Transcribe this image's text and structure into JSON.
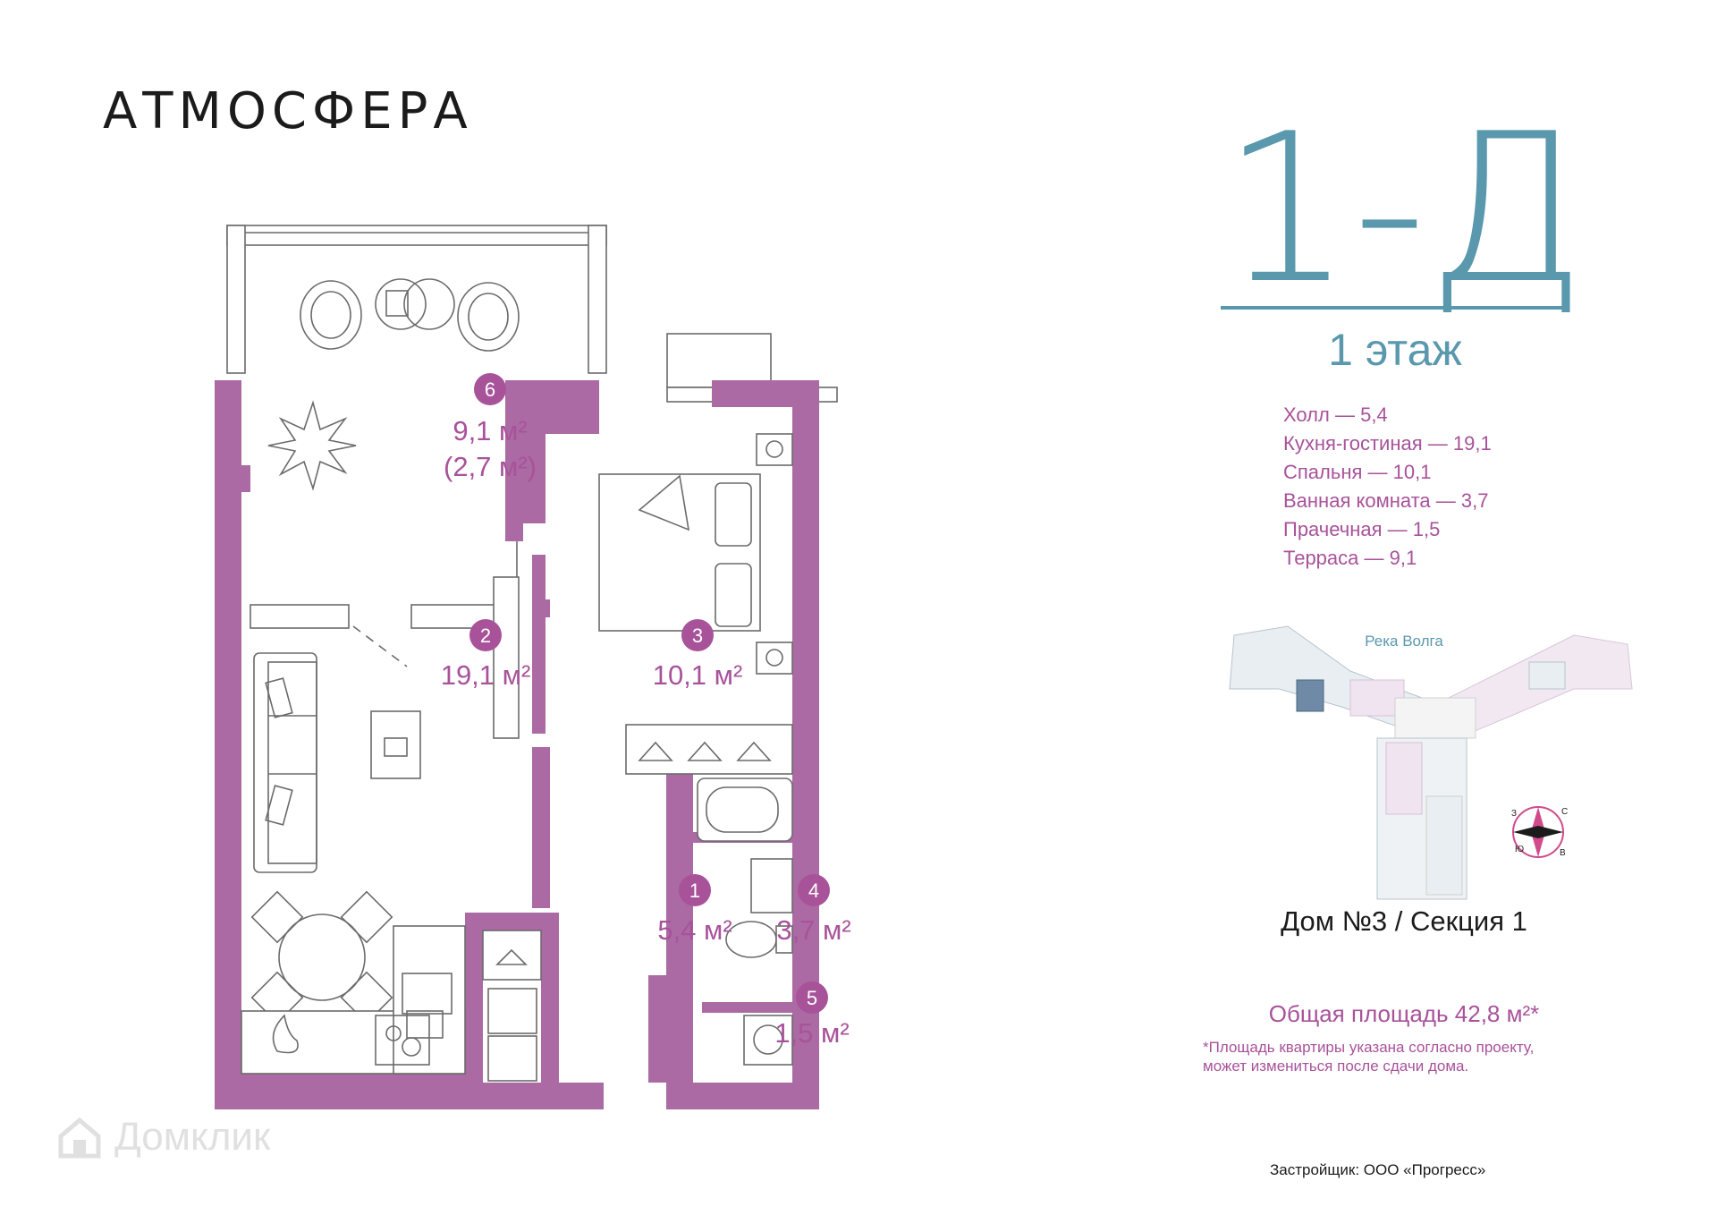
{
  "brand": {
    "logo_text": "АТМОСФЕРА"
  },
  "apartment": {
    "code": "1-Д",
    "floor": "1 этаж",
    "house_section": "Дом №3 / Секция 1",
    "total_area": "Общая площадь 42,8 м²*",
    "note_line1": "*Площадь квартиры указана согласно проекту,",
    "note_line2": "может измениться после сдачи дома.",
    "developer": "Застройщик: ООО «Прогресс»"
  },
  "rooms_list": [
    "Холл — 5,4",
    "Кухня-гостиная — 19,1",
    "Спальня — 10,1",
    "Ванная комната — 3,7",
    "Прачечная — 1,5",
    "Терраса — 9,1"
  ],
  "plan": {
    "rooms": [
      {
        "num": "1",
        "area": "5,4 м²"
      },
      {
        "num": "2",
        "area": "19,1 м²"
      },
      {
        "num": "3",
        "area": "10,1 м²"
      },
      {
        "num": "4",
        "area": "3,7 м²"
      },
      {
        "num": "5",
        "area": "1,5 м²"
      },
      {
        "num": "6",
        "area": "9,1 м²",
        "area2": "(2,7 м²)"
      }
    ]
  },
  "keyplan": {
    "river_label": "Река Волга",
    "compass": {
      "n": "С",
      "s": "Ю",
      "w": "З",
      "e": "В"
    }
  },
  "watermark": {
    "text": "Домклик"
  },
  "colors": {
    "accent_teal": "#5a98ae",
    "accent_magenta": "#a8529a",
    "wall": "#ab6aa3"
  }
}
